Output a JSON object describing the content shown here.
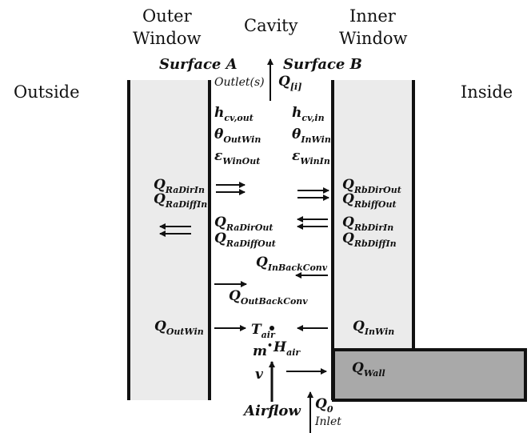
{
  "header": {
    "outer_window": [
      "Outer",
      "Window"
    ],
    "cavity": "Cavity",
    "inner_window": [
      "Inner",
      "Window"
    ]
  },
  "sides": {
    "outside": "Outside",
    "inside": "Inside"
  },
  "surfaces": {
    "a": "Surface A",
    "b": "Surface B"
  },
  "outlet": {
    "label": "Outlet(s)",
    "q": "Q",
    "q_sub": "[i]"
  },
  "outer_props": [
    {
      "sym": "h",
      "sub": "cv,out"
    },
    {
      "sym": "θ",
      "sub": "OutWin"
    },
    {
      "sym": "ε",
      "sub": "WinOut"
    }
  ],
  "inner_props": [
    {
      "sym": "h",
      "sub": "cv,in"
    },
    {
      "sym": "θ",
      "sub": "InWin"
    },
    {
      "sym": "ε",
      "sub": "WinIn"
    }
  ],
  "fluxes": {
    "ra_dir_in": {
      "q": "Q",
      "sub": "RaDirIn"
    },
    "ra_diff_in": {
      "q": "Q",
      "sub": "RaDiffIn"
    },
    "ra_dir_out": {
      "q": "Q",
      "sub": "RaDirOut"
    },
    "ra_diff_out": {
      "q": "Q",
      "sub": "RaDiffOut"
    },
    "rb_dir_out": {
      "q": "Q",
      "sub": "RbDirOut"
    },
    "rb_diff_out": {
      "q": "Q",
      "sub": "RbiffOut"
    },
    "rb_dir_in": {
      "q": "Q",
      "sub": "RbDirIn"
    },
    "rb_diff_in": {
      "q": "Q",
      "sub": "RbDiffIn"
    },
    "in_back_conv": {
      "q": "Q",
      "sub": "InBackConv"
    },
    "out_back_conv": {
      "q": "Q",
      "sub": "OutBackConv"
    },
    "out_win": {
      "q": "Q",
      "sub": "OutWin"
    },
    "in_win": {
      "q": "Q",
      "sub": "InWin"
    },
    "wall": {
      "q": "Q",
      "sub": "Wall"
    },
    "q0": {
      "q": "Q",
      "sub": "0"
    }
  },
  "air": {
    "t": "T",
    "t_sub": "air",
    "m": "m",
    "m_sup": "•",
    "h": "H",
    "h_sub": "air",
    "v": "v"
  },
  "airflow": "Airflow",
  "inlet": "Inlet",
  "colors": {
    "window_fill": "#ebebeb",
    "wall_fill": "#a9a9a9",
    "line": "#111111"
  }
}
